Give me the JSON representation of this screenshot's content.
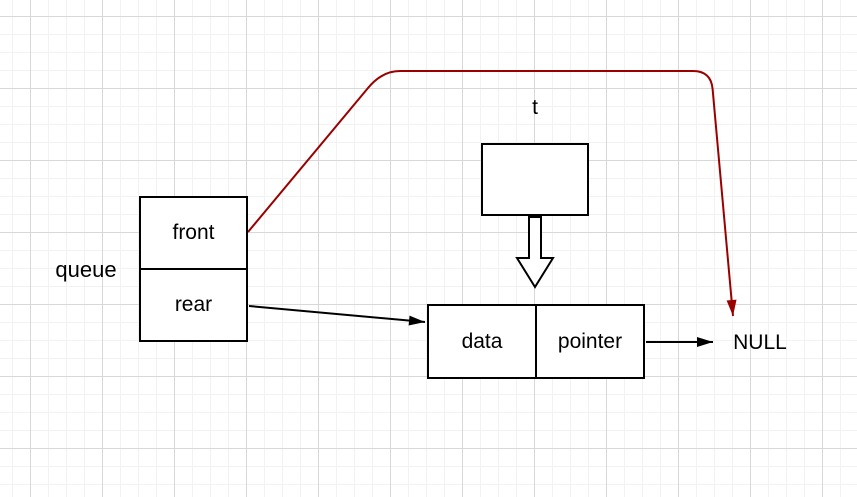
{
  "diagram": {
    "queue_label": "queue",
    "queue_box": {
      "front": "front",
      "rear": "rear"
    },
    "temp_label": "t",
    "node": {
      "data": "data",
      "pointer": "pointer"
    },
    "null_label": "NULL",
    "colors": {
      "shape_stroke": "#000000",
      "shape_fill": "#ffffff",
      "black_connector": "#000000",
      "red_connector": "#990000",
      "grid_minor": "#f2f2f2",
      "grid_major": "#d8d8d8",
      "canvas_background": "#ffffff"
    }
  }
}
